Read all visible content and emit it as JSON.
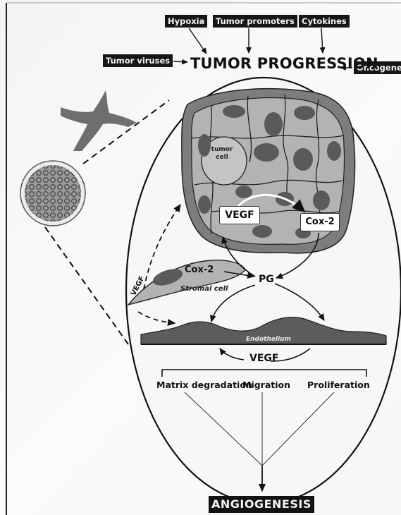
{
  "factors": {
    "top": [
      "Hypoxia",
      "Tumor promoters",
      "Cytokines"
    ],
    "left": "Tumor viruses",
    "right": "Oncogenes"
  },
  "title": "TUMOR PROGRESSION",
  "labels": {
    "tumor_cell": "tumor cell",
    "vegf_tumor": "VEGF",
    "cox2_tumor": "Cox-2",
    "cox2_stromal": "Cox-2",
    "stromal_cell": "Stromal cell",
    "vegf_stromal": "VEGF",
    "pg": "PG",
    "endothelium": "Endothelium",
    "vegf_endothelium": "VEGF"
  },
  "processes": [
    "Matrix degradation",
    "Migration",
    "Proliferation"
  ],
  "outcome": "ANGIOGENESIS",
  "colors": {
    "tumor_cell_fill": "#b3b3b3",
    "tumor_outer_fill": "#7d7d7d",
    "nucleus_fill": "#5a5a5a",
    "background": "#f6f6f6",
    "tag_fill": "#161616"
  }
}
